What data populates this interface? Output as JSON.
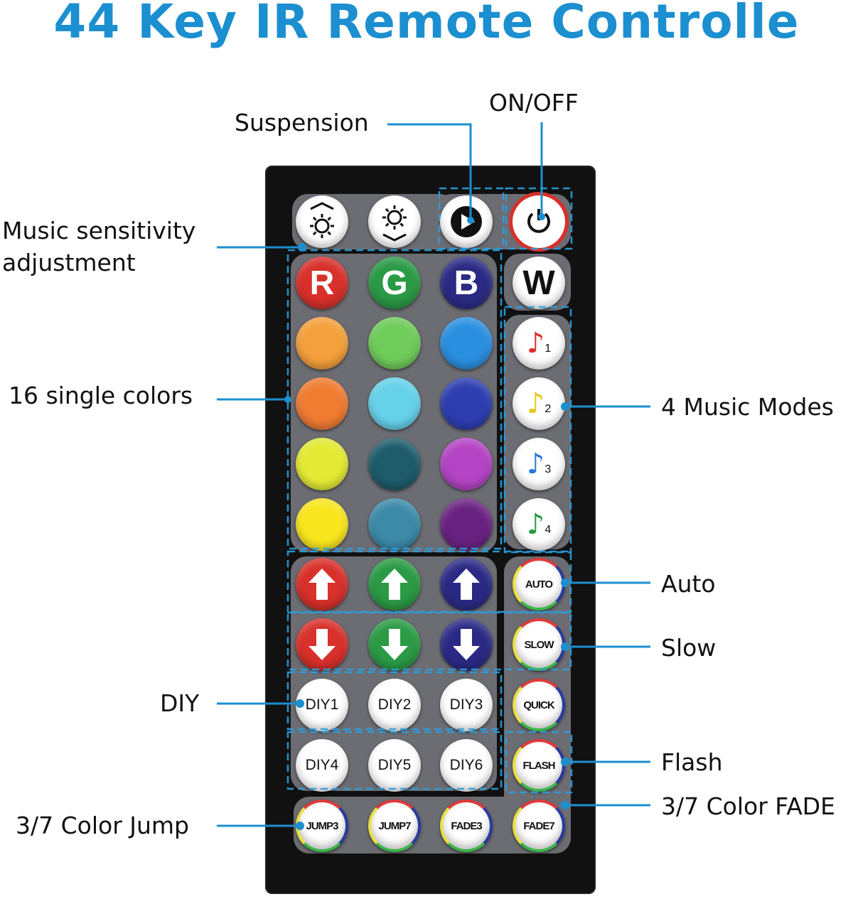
{
  "title": "44 Key IR Remote Controlle",
  "labels": {
    "suspension": "Suspension",
    "on_off": "ON/OFF",
    "music_sensitivity_line1": "Music sensitivity",
    "music_sensitivity_line2": "adjustment",
    "single_colors": "16 single colors",
    "music_modes": "4 Music Modes",
    "auto": "Auto",
    "slow": "Slow",
    "diy": "DIY",
    "flash": "Flash",
    "color_fade": "3/7 Color FADE",
    "color_jump": "3/7 Color Jump"
  },
  "accent": "#1b8fd0",
  "buttons": [
    [
      {
        "type": "icon",
        "icon": "brightness-up-icon"
      },
      {
        "type": "icon",
        "icon": "brightness-down-icon"
      },
      {
        "type": "icon",
        "icon": "play-pause-icon"
      },
      {
        "type": "icon",
        "icon": "power-icon"
      }
    ],
    [
      {
        "type": "letter",
        "text": "R",
        "color": "#d8302a"
      },
      {
        "type": "letter",
        "text": "G",
        "color": "#2a9a45"
      },
      {
        "type": "letter",
        "text": "B",
        "color": "#2a2a85"
      },
      {
        "type": "white",
        "text": "W"
      }
    ],
    [
      {
        "type": "color",
        "color": "#f4a03c"
      },
      {
        "type": "color",
        "color": "#6fcb5a"
      },
      {
        "type": "color",
        "color": "#2b8fe0"
      },
      {
        "type": "music",
        "text": "1",
        "color": "#d8302a"
      }
    ],
    [
      {
        "type": "color",
        "color": "#f07c32"
      },
      {
        "type": "color",
        "color": "#66d2ea"
      },
      {
        "type": "color",
        "color": "#2d3eb0"
      },
      {
        "type": "music",
        "text": "2",
        "color": "#e8c820"
      }
    ],
    [
      {
        "type": "color",
        "color": "#e4ea34"
      },
      {
        "type": "color",
        "color": "#1e5c6c"
      },
      {
        "type": "color",
        "color": "#b444c4"
      },
      {
        "type": "music",
        "text": "3",
        "color": "#2a7ad8"
      }
    ],
    [
      {
        "type": "color",
        "color": "#f8e61e"
      },
      {
        "type": "color",
        "color": "#3c8aa8"
      },
      {
        "type": "color",
        "color": "#6a2282"
      },
      {
        "type": "music",
        "text": "4",
        "color": "#2a9a45"
      }
    ],
    [
      {
        "type": "arrow",
        "dir": "up",
        "color": "#d8302a"
      },
      {
        "type": "arrow",
        "dir": "up",
        "color": "#2a9a45"
      },
      {
        "type": "arrow",
        "dir": "up",
        "color": "#2a2a85"
      },
      {
        "type": "ring",
        "text": "AUTO"
      }
    ],
    [
      {
        "type": "arrow",
        "dir": "down",
        "color": "#d8302a"
      },
      {
        "type": "arrow",
        "dir": "down",
        "color": "#2a9a45"
      },
      {
        "type": "arrow",
        "dir": "down",
        "color": "#2a2a85"
      },
      {
        "type": "ring",
        "text": "SLOW"
      }
    ],
    [
      {
        "type": "diy",
        "text": "DIY1"
      },
      {
        "type": "diy",
        "text": "DIY2"
      },
      {
        "type": "diy",
        "text": "DIY3"
      },
      {
        "type": "ring",
        "text": "QUICK"
      }
    ],
    [
      {
        "type": "diy",
        "text": "DIY4"
      },
      {
        "type": "diy",
        "text": "DIY5"
      },
      {
        "type": "diy",
        "text": "DIY6"
      },
      {
        "type": "ring",
        "text": "FLASH"
      }
    ],
    [
      {
        "type": "ring",
        "text": "JUMP3"
      },
      {
        "type": "ring",
        "text": "JUMP7"
      },
      {
        "type": "ring",
        "text": "FADE3"
      },
      {
        "type": "ring",
        "text": "FADE7"
      }
    ]
  ]
}
